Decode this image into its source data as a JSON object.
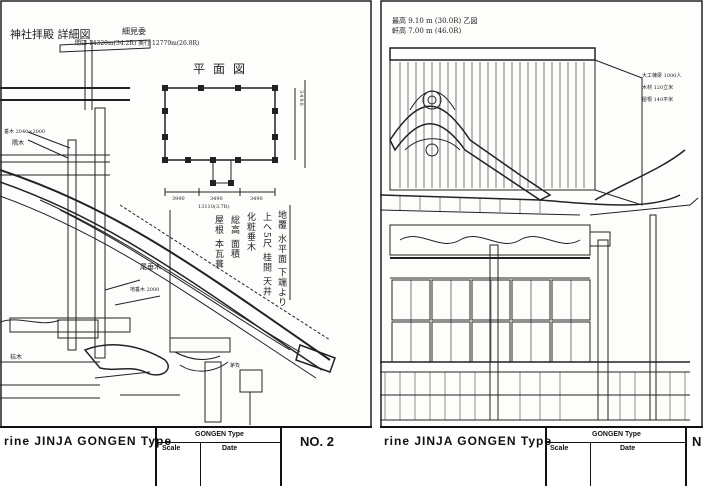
{
  "left_sheet": {
    "heading": "神社拝殿 詳細図",
    "subheading": "間口 14320m(34.2R)  奥行 12779m(26.8R)",
    "author": "細見委",
    "plan_title": "平面図",
    "dims": [
      "3990",
      "3490",
      "3490",
      "3490",
      "13110(3.7R)"
    ],
    "notes": [
      "地覆 水平面 下端より",
      "上へ5尺 桂間 天井",
      "化粧垂木",
      "総高 面積",
      "屋根 本瓦葺"
    ],
    "labels": [
      "垂木 2040×2000",
      "隅木",
      "尾垂木",
      "地垂木 2000",
      "桔木",
      "茅負"
    ],
    "title_block": {
      "title": "rine  JINJA   GONGEN Type",
      "sub_title": "GONGEN Type",
      "scale_label": "Scale",
      "date_label": "Date",
      "number": "NO. 2"
    }
  },
  "right_sheet": {
    "header_lines": [
      "最高 9.10 m (30.0R)  乙図",
      "軒高 7.00 m (46.0R)"
    ],
    "side_notes": [
      "大工棟梁 1000人",
      "木材 120立米",
      "屋根 140平米"
    ],
    "title_block": {
      "title": "rine  JINJA   GONGEN Type",
      "sub_title": "GONGEN Type",
      "scale_label": "Scale",
      "date_label": "Date",
      "number": "N"
    }
  }
}
